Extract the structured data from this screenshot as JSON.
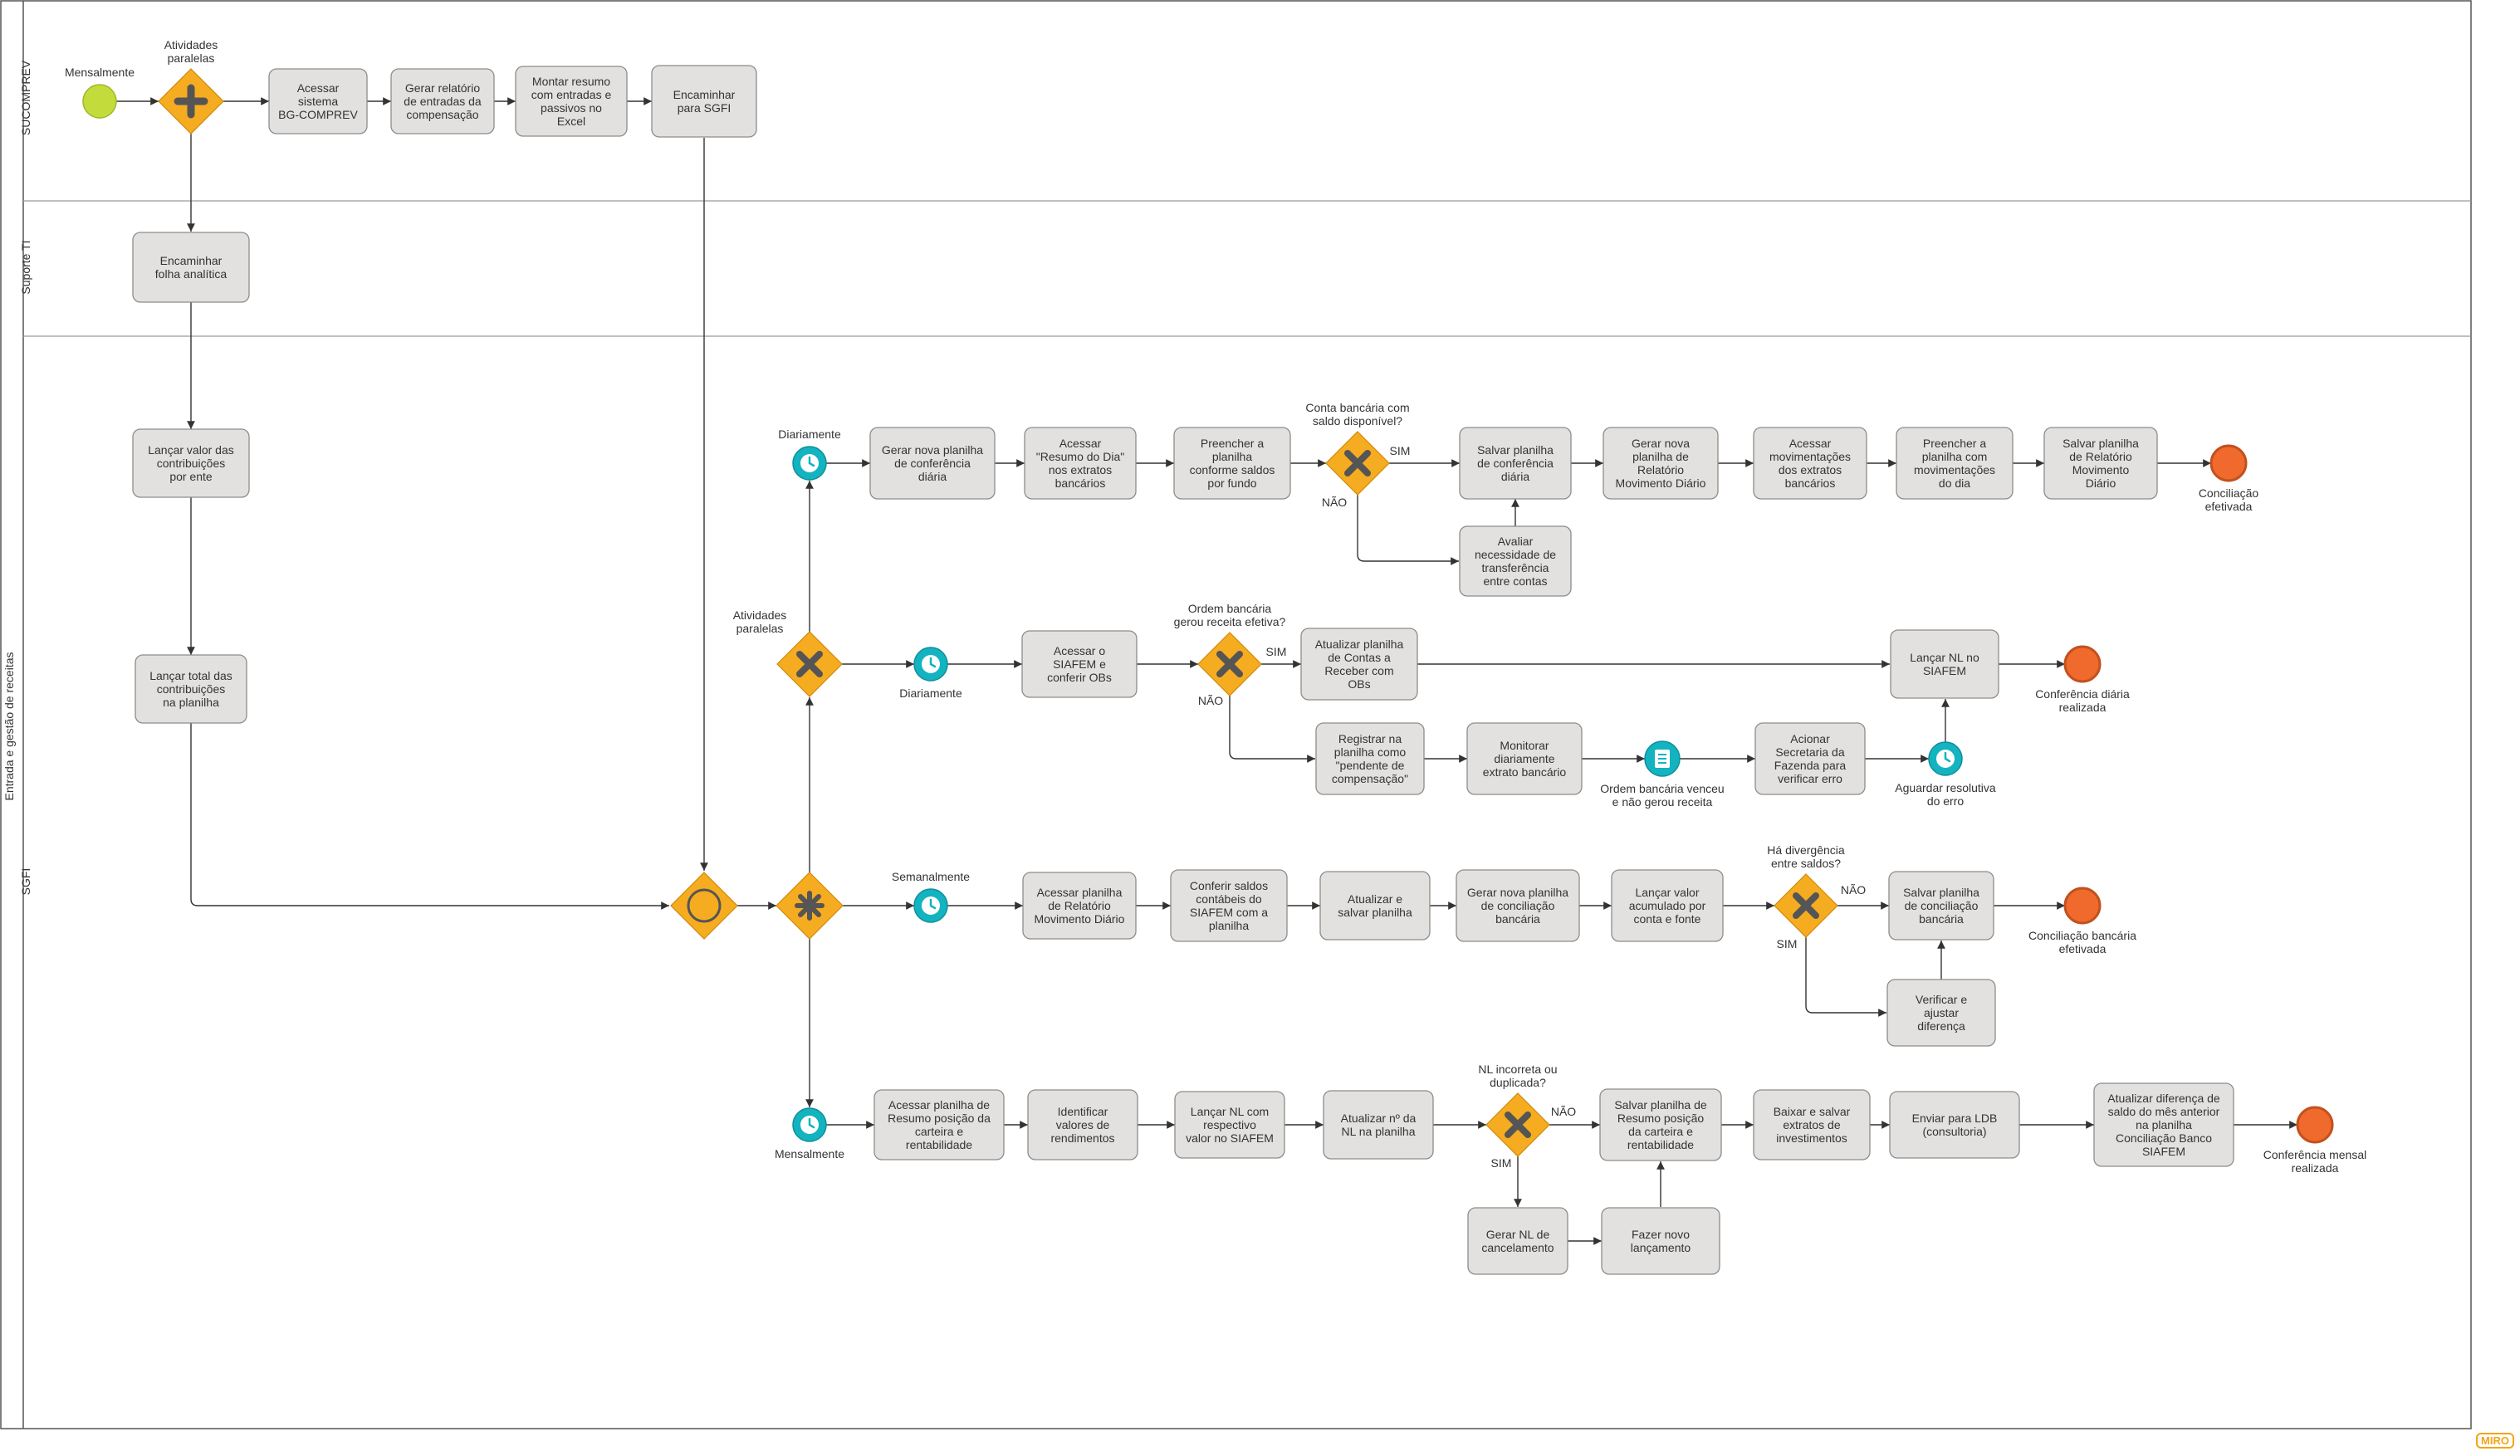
{
  "lanes": [
    {
      "id": "sucomprev",
      "label": "SUCOMPREV"
    },
    {
      "id": "suporte",
      "label": "Suporte TI"
    },
    {
      "id": "sgfi",
      "label": "SGFI"
    }
  ],
  "pool_label": "Entrada e gestão de receitas",
  "brand": "MIRO",
  "nodes": [
    {
      "id": "ev_start",
      "type": "start",
      "label": [
        "Mensalmente"
      ]
    },
    {
      "id": "gw_par1",
      "type": "gw-parallel",
      "label": [
        "Atividades",
        "paralelas"
      ]
    },
    {
      "id": "t_acessar_bg",
      "type": "task",
      "label": [
        "Acessar",
        "sistema",
        "BG-COMPREV"
      ]
    },
    {
      "id": "t_gerar_rel",
      "type": "task",
      "label": [
        "Gerar relatório",
        "de entradas da",
        "compensação"
      ]
    },
    {
      "id": "t_montar",
      "type": "task",
      "label": [
        "Montar resumo",
        "com entradas e",
        "passivos no",
        "Excel"
      ]
    },
    {
      "id": "t_encaminhar_sgfi",
      "type": "task",
      "label": [
        "Encaminhar",
        "para SGFI"
      ]
    },
    {
      "id": "t_encaminhar_folha",
      "type": "task",
      "label": [
        "Encaminhar",
        "folha analítica"
      ]
    },
    {
      "id": "t_lancar_valor",
      "type": "task",
      "label": [
        "Lançar valor das",
        "contribuições",
        "por ente"
      ]
    },
    {
      "id": "t_lancar_total",
      "type": "task",
      "label": [
        "Lançar total das",
        "contribuições",
        "na planilha"
      ]
    },
    {
      "id": "gw_event",
      "type": "gw-event",
      "label": []
    },
    {
      "id": "gw_complex",
      "type": "gw-complex",
      "label": []
    },
    {
      "id": "gw_par2",
      "type": "gw-exclusive",
      "label": [
        "Atividades",
        "paralelas"
      ]
    },
    {
      "id": "tm_diario1",
      "type": "timer",
      "label": [
        "Diariamente"
      ]
    },
    {
      "id": "t_nova_conf",
      "type": "task",
      "label": [
        "Gerar nova planilha",
        "de conferência",
        "diária"
      ]
    },
    {
      "id": "t_resumo_dia",
      "type": "task",
      "label": [
        "Acessar",
        "\"Resumo do Dia\"",
        "nos extratos",
        "bancários"
      ]
    },
    {
      "id": "t_preencher1",
      "type": "task",
      "label": [
        "Preencher a",
        "planilha",
        "conforme saldos",
        "por fundo"
      ]
    },
    {
      "id": "gw_conta",
      "type": "gw-exclusive",
      "label": [
        "Conta bancária com",
        "saldo disponível?"
      ]
    },
    {
      "id": "t_salvar_conf",
      "type": "task",
      "label": [
        "Salvar planilha",
        "de conferência",
        "diária"
      ]
    },
    {
      "id": "t_avaliar",
      "type": "task",
      "label": [
        "Avaliar",
        "necessidade de",
        "transferência",
        "entre contas"
      ]
    },
    {
      "id": "t_nova_rel",
      "type": "task",
      "label": [
        "Gerar nova",
        "planilha de",
        "Relatório",
        "Movimento Diário"
      ]
    },
    {
      "id": "t_acessar_mov",
      "type": "task",
      "label": [
        "Acessar",
        "movimentações",
        "dos extratos",
        "bancários"
      ]
    },
    {
      "id": "t_preencher2",
      "type": "task",
      "label": [
        "Preencher a",
        "planilha com",
        "movimentações",
        "do dia"
      ]
    },
    {
      "id": "t_salvar_rel",
      "type": "task",
      "label": [
        "Salvar planilha",
        "de Relatório",
        "Movimento",
        "Diário"
      ]
    },
    {
      "id": "end_conc",
      "type": "end",
      "label": [
        "Conciliação",
        "efetivada"
      ]
    },
    {
      "id": "tm_diario2",
      "type": "timer",
      "label": [
        "Diariamente"
      ]
    },
    {
      "id": "t_siafem_obs",
      "type": "task",
      "label": [
        "Acessar o",
        "SIAFEM e",
        "conferir OBs"
      ]
    },
    {
      "id": "gw_ordem",
      "type": "gw-exclusive",
      "label": [
        "Ordem bancária",
        "gerou receita efetiva?"
      ]
    },
    {
      "id": "t_atualizar_contas",
      "type": "task",
      "label": [
        "Atualizar planilha",
        "de Contas a",
        "Receber com",
        "OBs"
      ]
    },
    {
      "id": "t_registrar",
      "type": "task",
      "label": [
        "Registrar na",
        "planilha como",
        "\"pendente de",
        "compensação\""
      ]
    },
    {
      "id": "t_monitorar",
      "type": "task",
      "label": [
        "Monitorar",
        "diariamente",
        "extrato bancário"
      ]
    },
    {
      "id": "ev_cond",
      "type": "conditional",
      "label": [
        "Ordem bancária venceu",
        "e não gerou receita"
      ]
    },
    {
      "id": "t_acionar",
      "type": "task",
      "label": [
        "Acionar",
        "Secretaria da",
        "Fazenda para",
        "verificar erro"
      ]
    },
    {
      "id": "tm_aguardar",
      "type": "timer",
      "label": [
        "Aguardar resolutiva",
        "do erro"
      ]
    },
    {
      "id": "t_lancar_nl",
      "type": "task",
      "label": [
        "Lançar NL no",
        "SIAFEM"
      ]
    },
    {
      "id": "end_conf_diaria",
      "type": "end",
      "label": [
        "Conferência diária",
        "realizada"
      ]
    },
    {
      "id": "tm_semanal",
      "type": "timer",
      "label": [
        "Semanalmente"
      ]
    },
    {
      "id": "t_acessar_rel",
      "type": "task",
      "label": [
        "Acessar planilha",
        "de Relatório",
        "Movimento Diário"
      ]
    },
    {
      "id": "t_conferir_saldos",
      "type": "task",
      "label": [
        "Conferir saldos",
        "contábeis do",
        "SIAFEM com a",
        "planilha"
      ]
    },
    {
      "id": "t_atualizar_salvar",
      "type": "task",
      "label": [
        "Atualizar e",
        "salvar planilha"
      ]
    },
    {
      "id": "t_nova_conc",
      "type": "task",
      "label": [
        "Gerar nova planilha",
        "de conciliação",
        "bancária"
      ]
    },
    {
      "id": "t_lancar_acum",
      "type": "task",
      "label": [
        "Lançar valor",
        "acumulado por",
        "conta e fonte"
      ]
    },
    {
      "id": "gw_diverg",
      "type": "gw-exclusive",
      "label": [
        "Há divergência",
        "entre saldos?"
      ]
    },
    {
      "id": "t_salvar_conc",
      "type": "task",
      "label": [
        "Salvar planilha",
        "de conciliação",
        "bancária"
      ]
    },
    {
      "id": "t_verificar",
      "type": "task",
      "label": [
        "Verificar e",
        "ajustar",
        "diferença"
      ]
    },
    {
      "id": "end_conc_banc",
      "type": "end",
      "label": [
        "Conciliação bancária",
        "efetivada"
      ]
    },
    {
      "id": "tm_mensal",
      "type": "timer",
      "label": [
        "Mensalmente"
      ]
    },
    {
      "id": "t_acessar_resumo",
      "type": "task",
      "label": [
        "Acessar planilha de",
        "Resumo posição da",
        "carteira e",
        "rentabilidade"
      ]
    },
    {
      "id": "t_identificar",
      "type": "task",
      "label": [
        "Identificar",
        "valores de",
        "rendimentos"
      ]
    },
    {
      "id": "t_lancar_nl_resp",
      "type": "task",
      "label": [
        "Lançar NL com",
        "respectivo",
        "valor no SIAFEM"
      ]
    },
    {
      "id": "t_atualizar_nl",
      "type": "task",
      "label": [
        "Atualizar nº da",
        "NL na planilha"
      ]
    },
    {
      "id": "gw_nl",
      "type": "gw-exclusive",
      "label": [
        "NL incorreta ou",
        "duplicada?"
      ]
    },
    {
      "id": "t_salvar_resumo",
      "type": "task",
      "label": [
        "Salvar planilha de",
        "Resumo posição",
        "da carteira e",
        "rentabilidade"
      ]
    },
    {
      "id": "t_gerar_canc",
      "type": "task",
      "label": [
        "Gerar NL de",
        "cancelamento"
      ]
    },
    {
      "id": "t_novo_lanc",
      "type": "task",
      "label": [
        "Fazer novo",
        "lançamento"
      ]
    },
    {
      "id": "t_baixar",
      "type": "task",
      "label": [
        "Baixar e salvar",
        "extratos de",
        "investimentos"
      ]
    },
    {
      "id": "t_ldb",
      "type": "task",
      "label": [
        "Enviar para LDB",
        "(consultoria)"
      ]
    },
    {
      "id": "t_diferenca",
      "type": "task",
      "label": [
        "Atualizar diferença de",
        "saldo do mês anterior",
        "na planilha",
        "Conciliação Banco",
        "SIAFEM"
      ]
    },
    {
      "id": "end_conf_mensal",
      "type": "end",
      "label": [
        "Conferência mensal",
        "realizada"
      ]
    }
  ],
  "edges": [
    {
      "from": "ev_start",
      "to": "gw_par1",
      "label": ""
    },
    {
      "from": "gw_par1",
      "to": "t_acessar_bg",
      "label": ""
    },
    {
      "from": "t_acessar_bg",
      "to": "t_gerar_rel",
      "label": ""
    },
    {
      "from": "t_gerar_rel",
      "to": "t_montar",
      "label": ""
    },
    {
      "from": "t_montar",
      "to": "t_encaminhar_sgfi",
      "label": ""
    },
    {
      "from": "gw_par1",
      "to": "t_encaminhar_folha",
      "label": ""
    },
    {
      "from": "t_encaminhar_folha",
      "to": "t_lancar_valor",
      "label": ""
    },
    {
      "from": "t_lancar_valor",
      "to": "t_lancar_total",
      "label": ""
    },
    {
      "from": "t_lancar_total",
      "to": "gw_event",
      "label": ""
    },
    {
      "from": "t_encaminhar_sgfi",
      "to": "gw_event",
      "label": ""
    },
    {
      "from": "gw_event",
      "to": "gw_complex",
      "label": ""
    },
    {
      "from": "gw_complex",
      "to": "gw_par2",
      "label": ""
    },
    {
      "from": "gw_complex",
      "to": "tm_semanal",
      "label": ""
    },
    {
      "from": "gw_complex",
      "to": "tm_mensal",
      "label": ""
    },
    {
      "from": "gw_par2",
      "to": "tm_diario1",
      "label": ""
    },
    {
      "from": "gw_par2",
      "to": "tm_diario2",
      "label": ""
    },
    {
      "from": "tm_diario1",
      "to": "t_nova_conf",
      "label": ""
    },
    {
      "from": "t_nova_conf",
      "to": "t_resumo_dia",
      "label": ""
    },
    {
      "from": "t_resumo_dia",
      "to": "t_preencher1",
      "label": ""
    },
    {
      "from": "t_preencher1",
      "to": "gw_conta",
      "label": ""
    },
    {
      "from": "gw_conta",
      "to": "t_salvar_conf",
      "label": "SIM"
    },
    {
      "from": "gw_conta",
      "to": "t_avaliar",
      "label": "NÃO"
    },
    {
      "from": "t_avaliar",
      "to": "t_salvar_conf",
      "label": ""
    },
    {
      "from": "t_salvar_conf",
      "to": "t_nova_rel",
      "label": ""
    },
    {
      "from": "t_nova_rel",
      "to": "t_acessar_mov",
      "label": ""
    },
    {
      "from": "t_acessar_mov",
      "to": "t_preencher2",
      "label": ""
    },
    {
      "from": "t_preencher2",
      "to": "t_salvar_rel",
      "label": ""
    },
    {
      "from": "t_salvar_rel",
      "to": "end_conc",
      "label": ""
    },
    {
      "from": "tm_diario2",
      "to": "t_siafem_obs",
      "label": ""
    },
    {
      "from": "t_siafem_obs",
      "to": "gw_ordem",
      "label": ""
    },
    {
      "from": "gw_ordem",
      "to": "t_atualizar_contas",
      "label": "SIM"
    },
    {
      "from": "gw_ordem",
      "to": "t_registrar",
      "label": "NÃO"
    },
    {
      "from": "t_atualizar_contas",
      "to": "t_lancar_nl",
      "label": ""
    },
    {
      "from": "t_registrar",
      "to": "t_monitorar",
      "label": ""
    },
    {
      "from": "t_monitorar",
      "to": "ev_cond",
      "label": ""
    },
    {
      "from": "ev_cond",
      "to": "t_acionar",
      "label": ""
    },
    {
      "from": "t_acionar",
      "to": "tm_aguardar",
      "label": ""
    },
    {
      "from": "tm_aguardar",
      "to": "t_lancar_nl",
      "label": ""
    },
    {
      "from": "t_lancar_nl",
      "to": "end_conf_diaria",
      "label": ""
    },
    {
      "from": "tm_semanal",
      "to": "t_acessar_rel",
      "label": ""
    },
    {
      "from": "t_acessar_rel",
      "to": "t_conferir_saldos",
      "label": ""
    },
    {
      "from": "t_conferir_saldos",
      "to": "t_atualizar_salvar",
      "label": ""
    },
    {
      "from": "t_atualizar_salvar",
      "to": "t_nova_conc",
      "label": ""
    },
    {
      "from": "t_nova_conc",
      "to": "t_lancar_acum",
      "label": ""
    },
    {
      "from": "t_lancar_acum",
      "to": "gw_diverg",
      "label": ""
    },
    {
      "from": "gw_diverg",
      "to": "t_salvar_conc",
      "label": "NÃO"
    },
    {
      "from": "gw_diverg",
      "to": "t_verificar",
      "label": "SIM"
    },
    {
      "from": "t_verificar",
      "to": "t_salvar_conc",
      "label": ""
    },
    {
      "from": "t_salvar_conc",
      "to": "end_conc_banc",
      "label": ""
    },
    {
      "from": "tm_mensal",
      "to": "t_acessar_resumo",
      "label": ""
    },
    {
      "from": "t_acessar_resumo",
      "to": "t_identificar",
      "label": ""
    },
    {
      "from": "t_identificar",
      "to": "t_lancar_nl_resp",
      "label": ""
    },
    {
      "from": "t_lancar_nl_resp",
      "to": "t_atualizar_nl",
      "label": ""
    },
    {
      "from": "t_atualizar_nl",
      "to": "gw_nl",
      "label": ""
    },
    {
      "from": "gw_nl",
      "to": "t_salvar_resumo",
      "label": "NÃO"
    },
    {
      "from": "gw_nl",
      "to": "t_gerar_canc",
      "label": "SIM"
    },
    {
      "from": "t_gerar_canc",
      "to": "t_novo_lanc",
      "label": ""
    },
    {
      "from": "t_novo_lanc",
      "to": "t_salvar_resumo",
      "label": ""
    },
    {
      "from": "t_salvar_resumo",
      "to": "t_baixar",
      "label": ""
    },
    {
      "from": "t_baixar",
      "to": "t_ldb",
      "label": ""
    },
    {
      "from": "t_ldb",
      "to": "t_diferenca",
      "label": ""
    },
    {
      "from": "t_diferenca",
      "to": "end_conf_mensal",
      "label": ""
    }
  ],
  "colors": {
    "task_fill": "#e3e1e0",
    "task_stroke": "#8f8c89",
    "gateway": "#f5ac20",
    "gateway_icon": "#555555",
    "timer": "#13b3c0",
    "start": "#c3dc3b",
    "end": "#ef6a2c",
    "line": "#333333",
    "lane_line": "#9a9a9a"
  }
}
